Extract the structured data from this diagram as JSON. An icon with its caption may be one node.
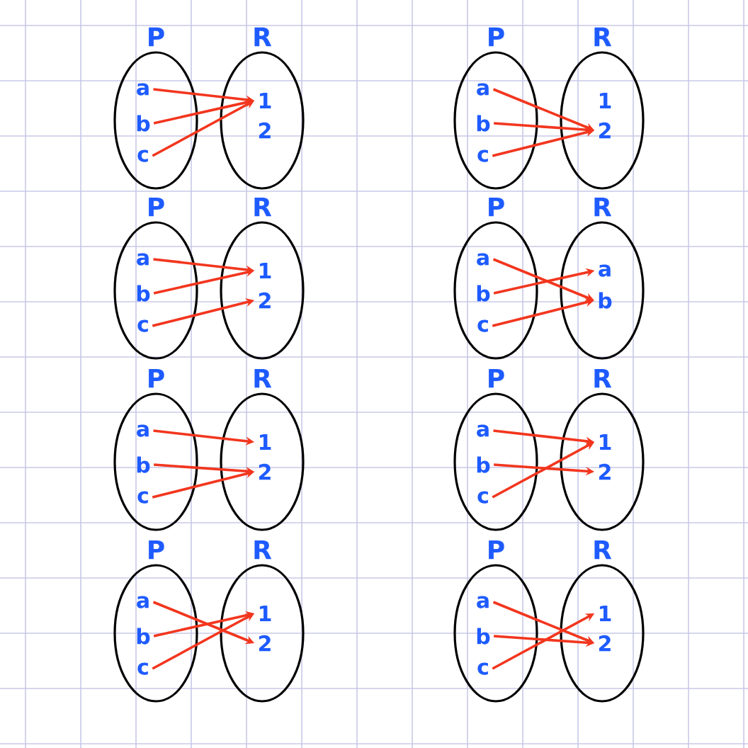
{
  "diagram": {
    "nodes": [
      {
        "text": [
          "P"
        ]
      },
      {
        "text": [
          "a"
        ],
        "in": 0
      },
      {
        "text": [
          "b"
        ],
        "in": 0
      },
      {
        "text": [
          "c"
        ],
        "in": 0
      },
      {
        "text": [
          "R"
        ]
      },
      {
        "text": [
          "1"
        ],
        "in": 4
      },
      {
        "text": [
          "2"
        ],
        "in": 4
      },
      {
        "text": [
          "P"
        ]
      },
      {
        "text": [
          "a"
        ],
        "in": 7
      },
      {
        "text": [
          "b"
        ],
        "in": 7
      },
      {
        "text": [
          "c"
        ],
        "in": 7
      },
      {
        "text": [
          "R"
        ]
      },
      {
        "text": [
          "1"
        ],
        "in": 11
      },
      {
        "text": [
          "2"
        ],
        "in": 11
      },
      {
        "text": [
          "P"
        ]
      },
      {
        "text": [
          "a"
        ],
        "in": 14
      },
      {
        "text": [
          "b"
        ],
        "in": 14
      },
      {
        "text": [
          "c"
        ],
        "in": 14
      },
      {
        "text": [
          "R"
        ]
      },
      {
        "text": [
          "1"
        ],
        "in": 18
      },
      {
        "text": [
          "2"
        ],
        "in": 18
      },
      {
        "text": [
          "P"
        ]
      },
      {
        "text": [
          "a"
        ],
        "in": 21
      },
      {
        "text": [
          "b"
        ],
        "in": 21
      },
      {
        "text": [
          "c"
        ],
        "in": 21
      },
      {
        "text": [
          "R"
        ]
      },
      {
        "text": [
          "a"
        ],
        "in": 25
      },
      {
        "text": [
          "b"
        ],
        "in": 25
      },
      {
        "text": [
          "P"
        ]
      },
      {
        "text": [
          "a"
        ],
        "in": 28
      },
      {
        "text": [
          "b"
        ],
        "in": 28
      },
      {
        "text": [
          "c"
        ],
        "in": 28
      },
      {
        "text": [
          "R"
        ]
      },
      {
        "text": [
          "1"
        ],
        "in": 32
      },
      {
        "text": [
          "2"
        ],
        "in": 32
      },
      {
        "text": [
          "P"
        ]
      },
      {
        "text": [
          "a"
        ],
        "in": 35
      },
      {
        "text": [
          "b"
        ],
        "in": 35
      },
      {
        "text": [
          "c"
        ],
        "in": 35
      },
      {
        "text": [
          "R"
        ]
      },
      {
        "text": [
          "1"
        ],
        "in": 39
      },
      {
        "text": [
          "2"
        ],
        "in": 39
      },
      {
        "text": [
          "P"
        ]
      },
      {
        "text": [
          "a"
        ],
        "in": 42
      },
      {
        "text": [
          "b"
        ],
        "in": 42
      },
      {
        "text": [
          "c"
        ],
        "in": 42
      },
      {
        "text": [
          "R"
        ]
      },
      {
        "text": [
          "1"
        ],
        "in": 46
      },
      {
        "text": [
          "2"
        ],
        "in": 46
      },
      {
        "text": [
          "P"
        ]
      },
      {
        "text": [
          "a"
        ],
        "in": 49
      },
      {
        "text": [
          "b"
        ],
        "in": 49
      },
      {
        "text": [
          "c"
        ],
        "in": 49
      },
      {
        "text": [
          "R"
        ]
      },
      {
        "text": [
          "1"
        ],
        "in": 53
      },
      {
        "text": [
          "2"
        ],
        "in": 53
      }
    ],
    "edges": [
      {
        "from": 1,
        "to": 5,
        "arrow": "to"
      },
      {
        "from": 2,
        "to": 5,
        "arrow": "to"
      },
      {
        "from": 3,
        "to": 5,
        "arrow": "to"
      },
      {
        "from": 8,
        "to": 13,
        "arrow": "to"
      },
      {
        "from": 9,
        "to": 13,
        "arrow": "to"
      },
      {
        "from": 10,
        "to": 13,
        "arrow": "to"
      },
      {
        "from": 15,
        "to": 19,
        "arrow": "to"
      },
      {
        "from": 16,
        "to": 19,
        "arrow": "to"
      },
      {
        "from": 17,
        "to": 20,
        "arrow": "to"
      },
      {
        "from": 22,
        "to": 27,
        "arrow": "to"
      },
      {
        "from": 23,
        "to": 26,
        "arrow": "to"
      },
      {
        "from": 24,
        "to": 27,
        "arrow": "to"
      },
      {
        "from": 29,
        "to": 33,
        "arrow": "to"
      },
      {
        "from": 30,
        "to": 34,
        "arrow": "to"
      },
      {
        "from": 31,
        "to": 34,
        "arrow": "to"
      },
      {
        "from": 36,
        "to": 40,
        "arrow": "to"
      },
      {
        "from": 37,
        "to": 41,
        "arrow": "to"
      },
      {
        "from": 38,
        "to": 40,
        "arrow": "to"
      },
      {
        "from": 43,
        "to": 48,
        "arrow": "to"
      },
      {
        "from": 44,
        "to": 47,
        "arrow": "to"
      },
      {
        "from": 45,
        "to": 47,
        "arrow": "to"
      },
      {
        "from": 50,
        "to": 55,
        "arrow": "to"
      },
      {
        "from": 51,
        "to": 55,
        "arrow": "to"
      },
      {
        "from": 52,
        "to": 54,
        "arrow": "to"
      }
    ]
  }
}
